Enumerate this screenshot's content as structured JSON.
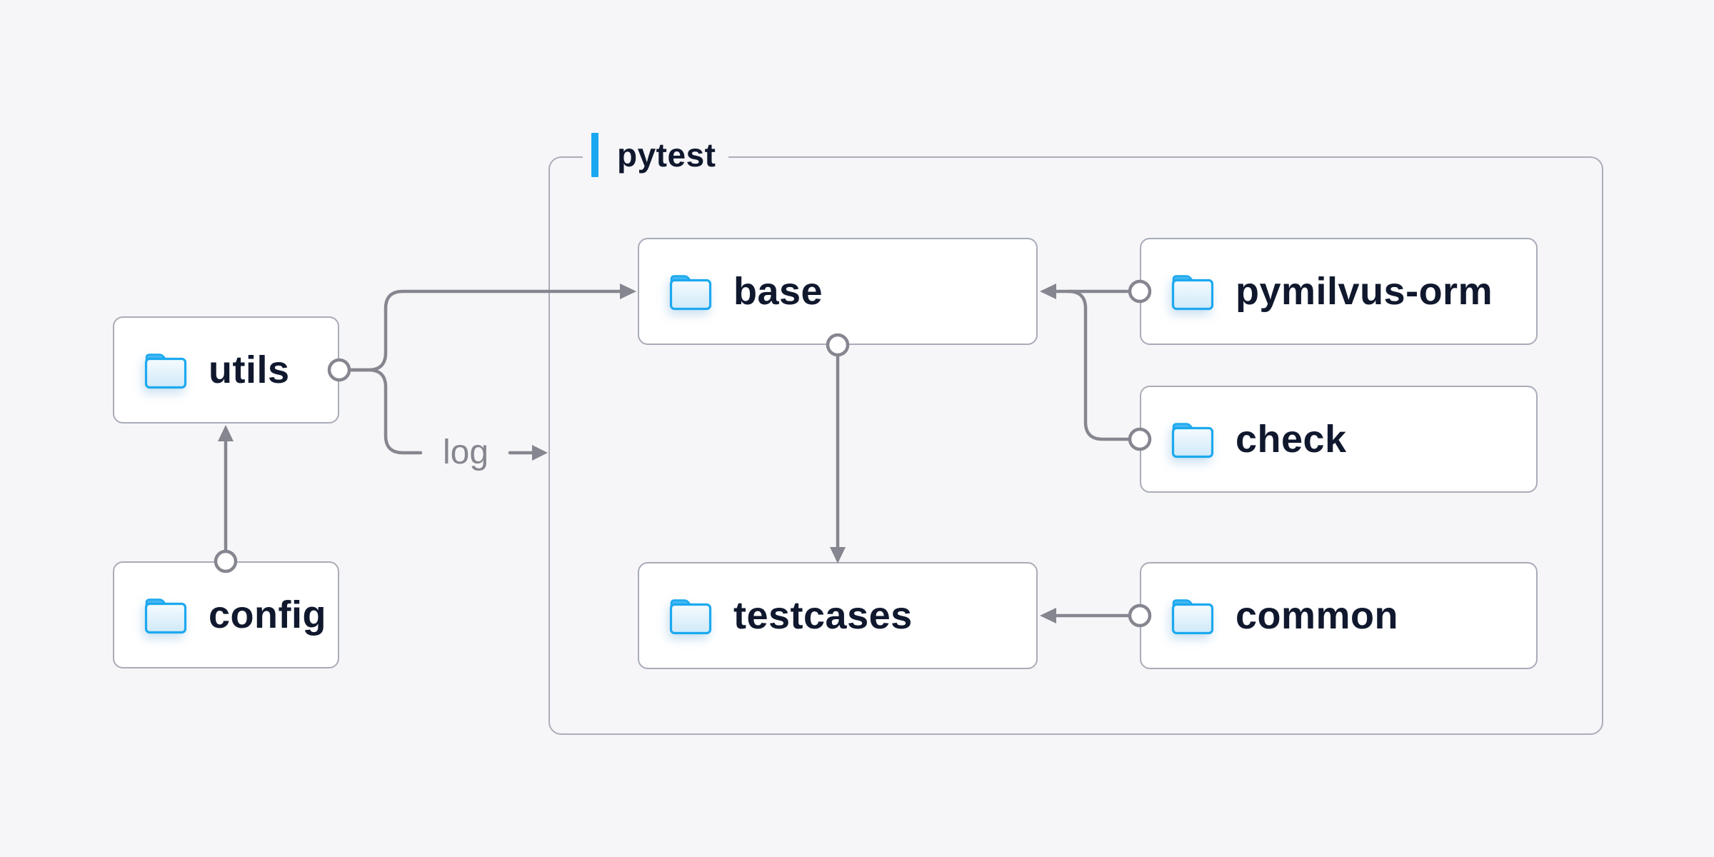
{
  "container": {
    "label": "pytest"
  },
  "nodes": {
    "utils": {
      "label": "utils"
    },
    "config": {
      "label": "config"
    },
    "base": {
      "label": "base"
    },
    "testcases": {
      "label": "testcases"
    },
    "pymilvus_orm": {
      "label": "pymilvus-orm"
    },
    "check": {
      "label": "check"
    },
    "common": {
      "label": "common"
    }
  },
  "edge_label": "log",
  "edges": [
    {
      "from": "config",
      "to": "utils"
    },
    {
      "from": "utils",
      "to": "base"
    },
    {
      "from": "utils",
      "to": "pytest",
      "label": "log"
    },
    {
      "from": "pymilvus-orm",
      "to": "base"
    },
    {
      "from": "check",
      "to": "base"
    },
    {
      "from": "base",
      "to": "testcases"
    },
    {
      "from": "common",
      "to": "testcases"
    }
  ],
  "colors": {
    "background": "#f6f6f8",
    "node_border": "#a9acb8",
    "container_border": "#abaeba",
    "line_gray": "#85868f",
    "label_navy": "#10182e",
    "accent_blue": "#19a8f0",
    "folder_stroke": "#1ca9ef",
    "folder_tab": "#46b7f2"
  }
}
